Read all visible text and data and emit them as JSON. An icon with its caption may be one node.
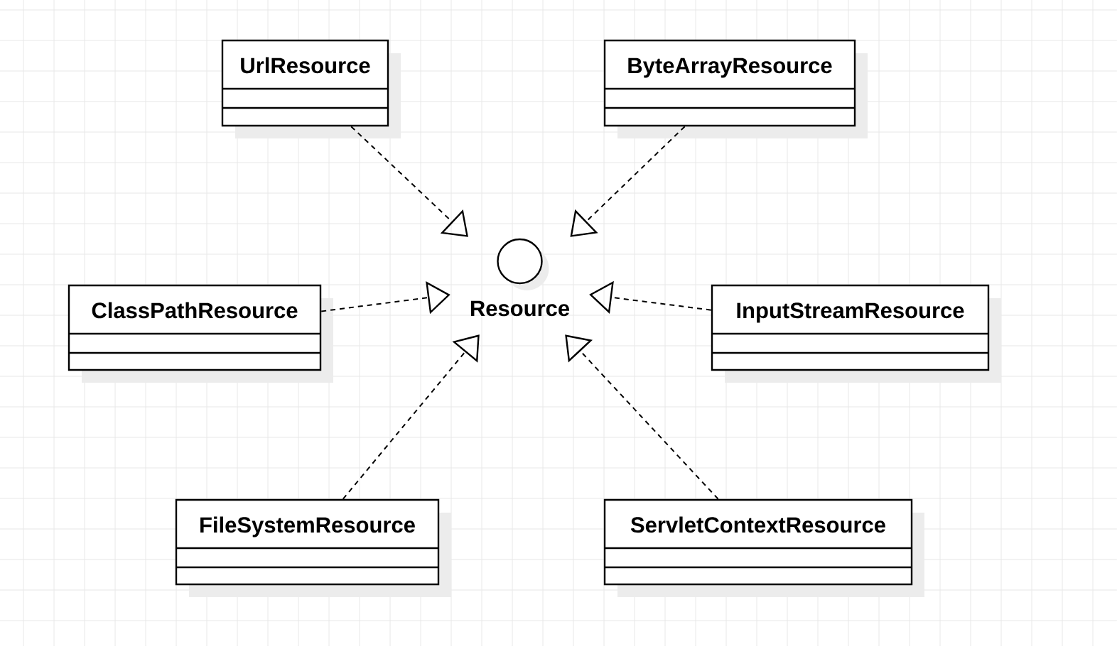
{
  "diagram": {
    "nodes": [
      {
        "text": [
          "UrlResource"
        ]
      },
      {
        "text": [
          "ByteArrayResource"
        ]
      },
      {
        "text": [
          "Resource"
        ]
      },
      {
        "text": [
          "ClassPathResource"
        ]
      },
      {
        "text": [
          "InputStreamResource"
        ]
      },
      {
        "text": [
          "FileSystemResource"
        ]
      },
      {
        "text": [
          "ServletContextResource"
        ]
      }
    ],
    "edges": [
      {
        "from": 0,
        "to": 2,
        "arrow": "to",
        "style": "dashed"
      },
      {
        "from": 1,
        "to": 2,
        "arrow": "to",
        "style": "dashed"
      },
      {
        "from": 3,
        "to": 2,
        "arrow": "to",
        "style": "dashed"
      },
      {
        "from": 4,
        "to": 2,
        "arrow": "to",
        "style": "dashed"
      },
      {
        "from": 5,
        "to": 2,
        "arrow": "to",
        "style": "dashed"
      },
      {
        "from": 6,
        "to": 2,
        "arrow": "to",
        "style": "dashed"
      }
    ]
  }
}
